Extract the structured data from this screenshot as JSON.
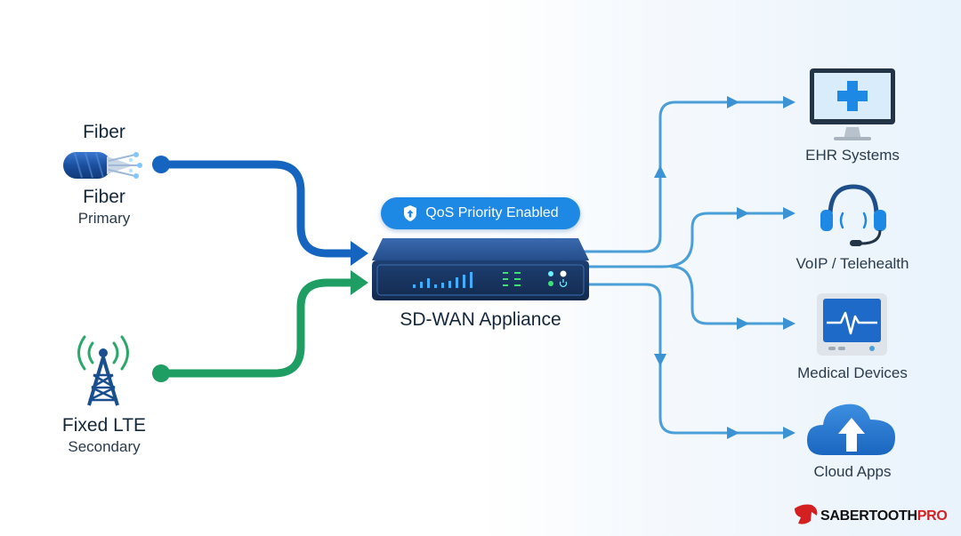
{
  "inputs": {
    "fiber": {
      "header": "Fiber",
      "name": "Fiber",
      "role": "Primary"
    },
    "lte": {
      "name": "Fixed LTE",
      "role": "Secondary"
    }
  },
  "appliance": {
    "label": "SD-WAN Appliance",
    "badge": "QoS Priority Enabled"
  },
  "destinations": [
    {
      "label": "EHR Systems",
      "icon": "monitor-medical-cross-icon"
    },
    {
      "label": "VoIP / Telehealth",
      "icon": "headset-icon"
    },
    {
      "label": "Medical Devices",
      "icon": "medical-monitor-icon"
    },
    {
      "label": "Cloud Apps",
      "icon": "cloud-upload-icon"
    }
  ],
  "brand": {
    "name_main": "SABERTOOTH",
    "name_accent": "PRO"
  },
  "colors": {
    "fiber_line": "#1565c0",
    "lte_line": "#1e9e63",
    "output_line": "#4a9fd8",
    "badge": "#1e88e5",
    "appliance": "#1d3d6b",
    "right_panel": "#ebf4fc"
  }
}
